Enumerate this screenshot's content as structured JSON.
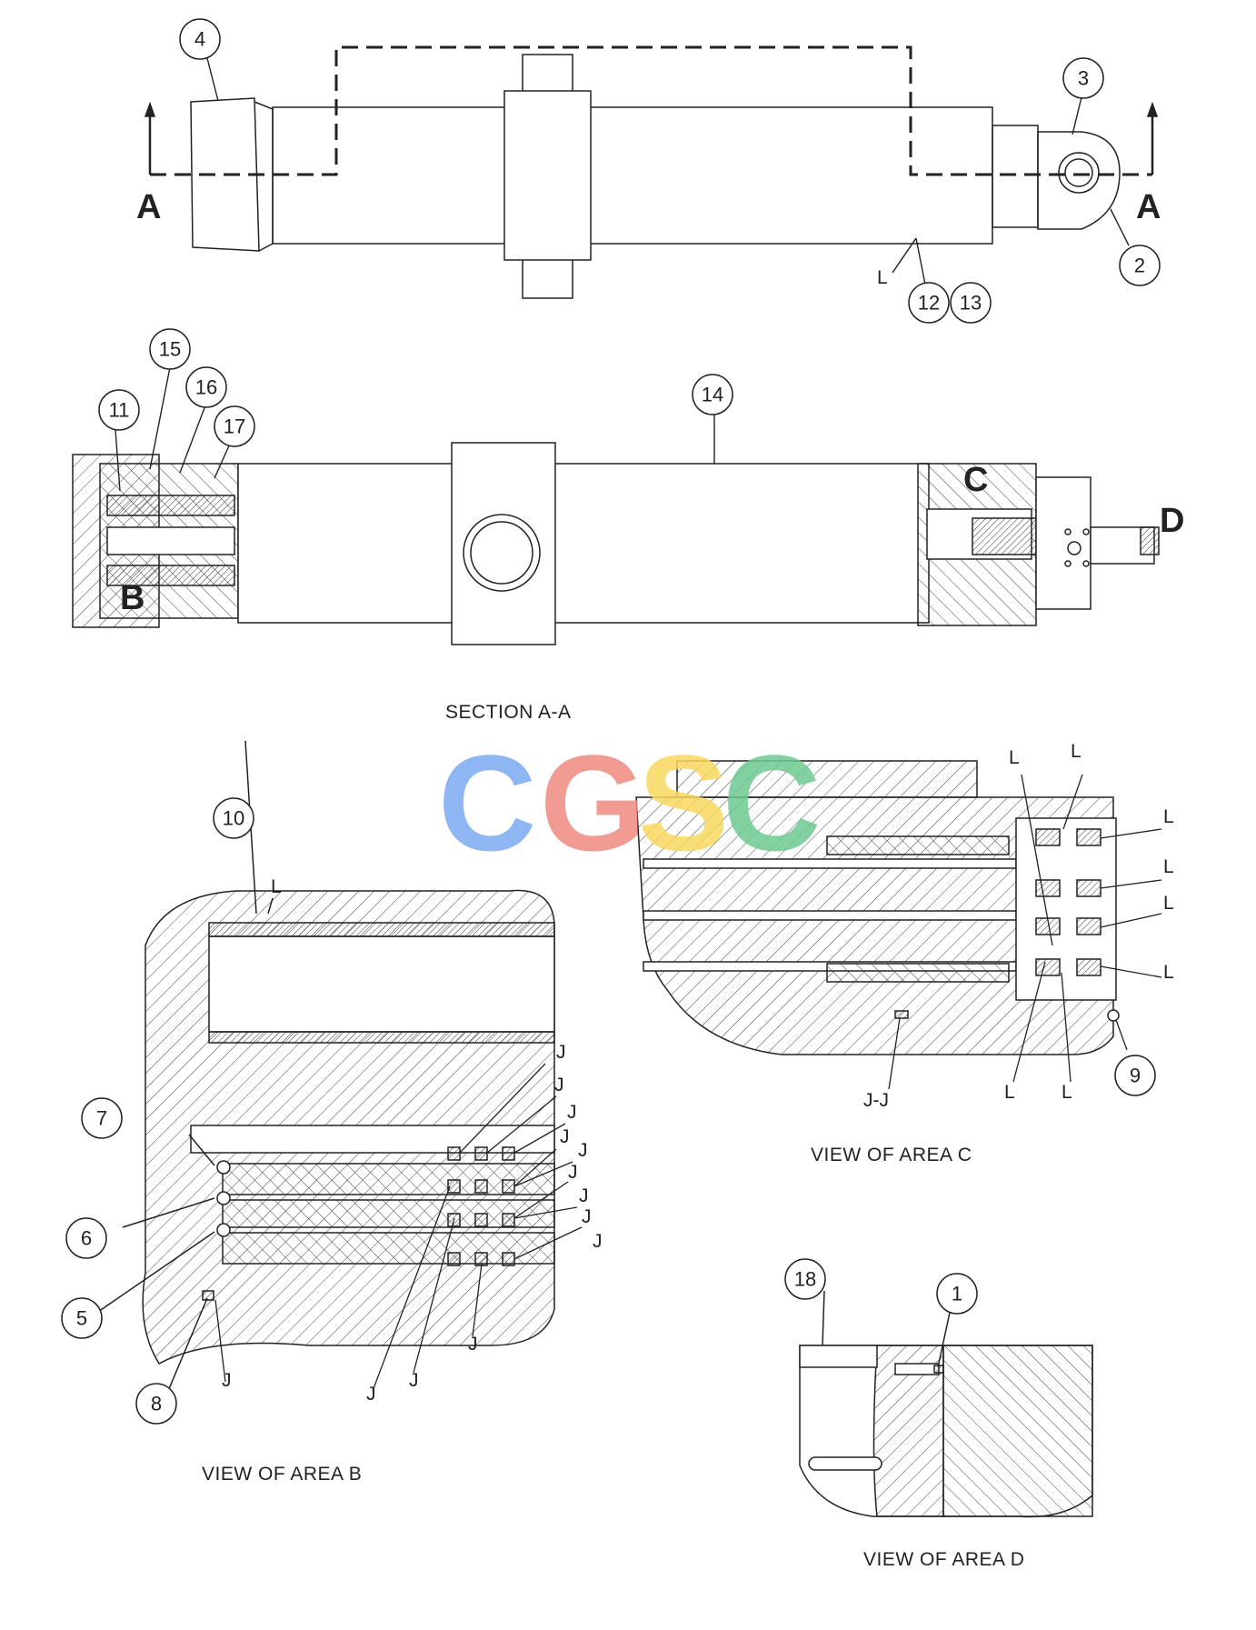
{
  "watermark": {
    "letters": [
      "C",
      "G",
      "S",
      "C"
    ],
    "colors": [
      "#7aaaf0",
      "#f08a80",
      "#f8d860",
      "#6ec890"
    ]
  },
  "section_markers": {
    "left": "A",
    "right": "A"
  },
  "area_letters": {
    "b": "B",
    "c": "C",
    "d": "D"
  },
  "callouts": {
    "n1": "1",
    "n2": "2",
    "n3": "3",
    "n4": "4",
    "n5": "5",
    "n6": "6",
    "n7": "7",
    "n8": "8",
    "n9": "9",
    "n10": "10",
    "n11": "11",
    "n12": "12",
    "n13": "13",
    "n14": "14",
    "n15": "15",
    "n16": "16",
    "n17": "17",
    "n18": "18"
  },
  "letter_labels": {
    "L": "L",
    "J": "J",
    "JJ": "J-J"
  },
  "titles": {
    "section_aa": "SECTION A-A",
    "view_b": "VIEW OF AREA B",
    "view_c": "VIEW OF AREA C",
    "view_d": "VIEW OF AREA D"
  }
}
